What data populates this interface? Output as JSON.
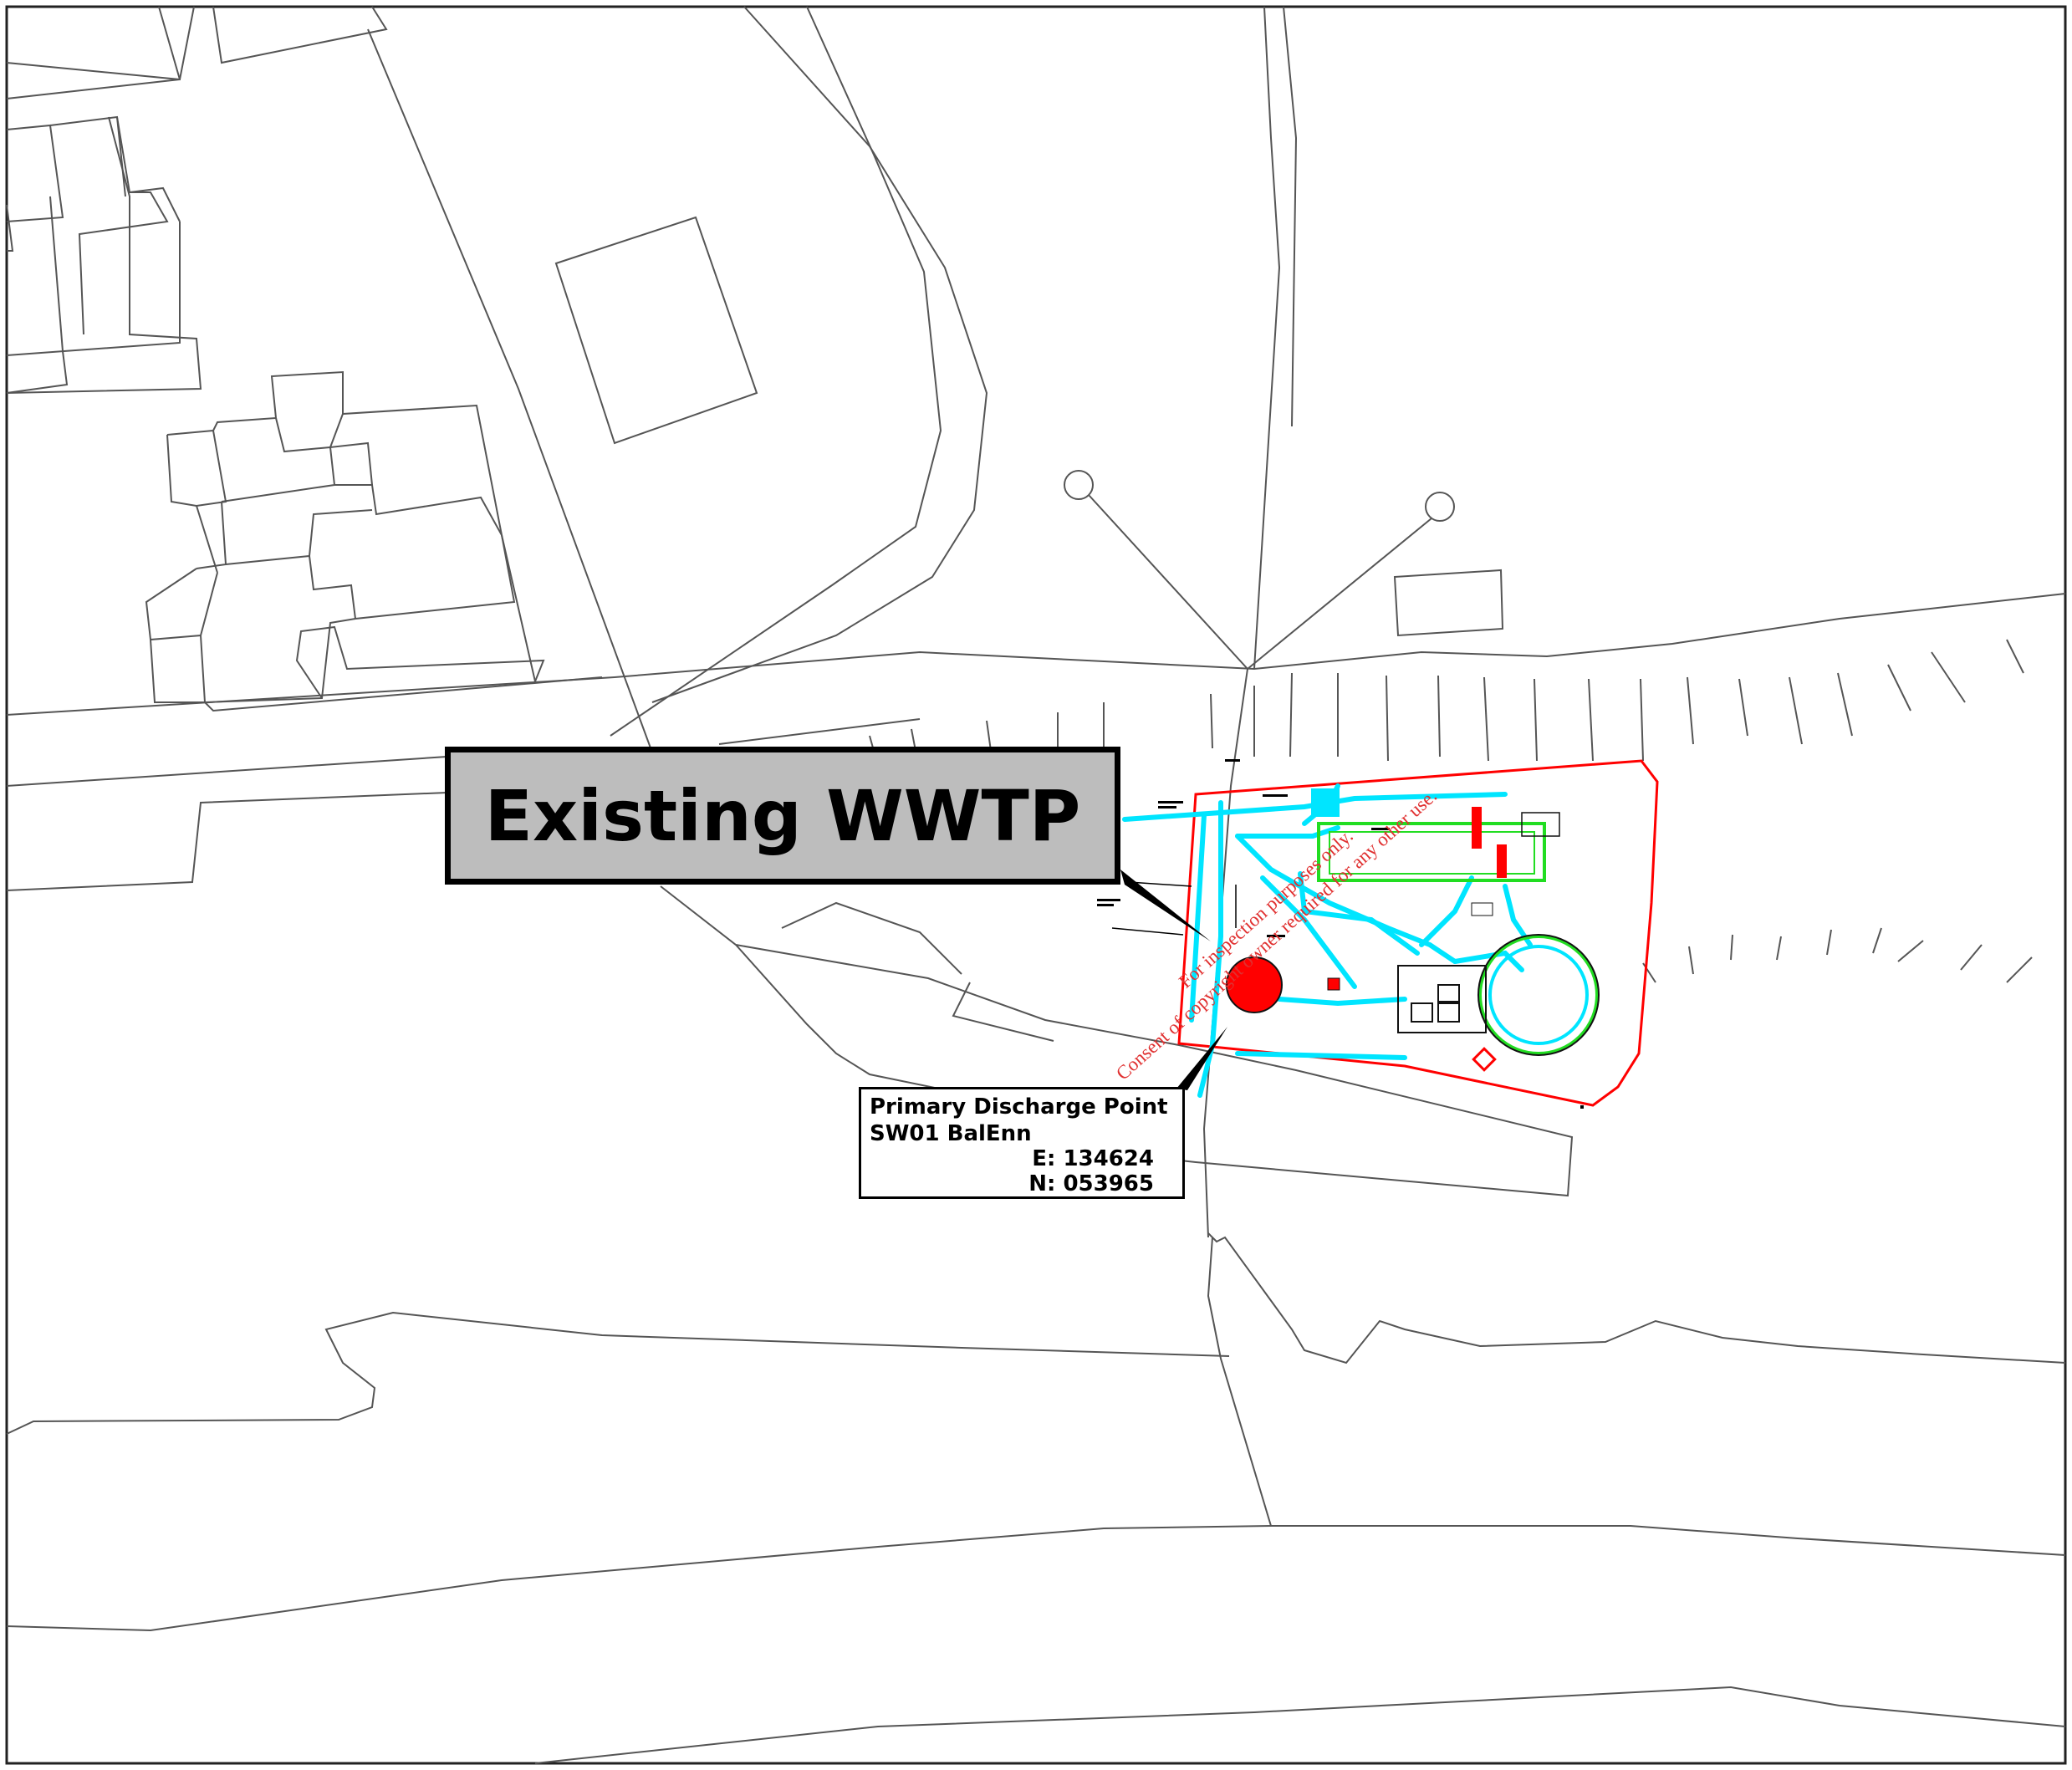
{
  "map": {
    "main_callout": "Existing WWTP",
    "discharge": {
      "line1": "Primary Discharge Point",
      "line2": "SW01 BalEnn",
      "easting": "E: 134624",
      "northing": "N: 053965"
    },
    "watermark": {
      "line1": "For inspection purposes only.",
      "line2": "Consent of copyright owner required for any other use."
    },
    "colors": {
      "linework": "#555555",
      "site_boundary": "#ff0000",
      "pipework": "#00e5ff",
      "tanks": "#22dd22",
      "watermark": "#e03030",
      "callout_fill": "#bdbdbd"
    }
  }
}
